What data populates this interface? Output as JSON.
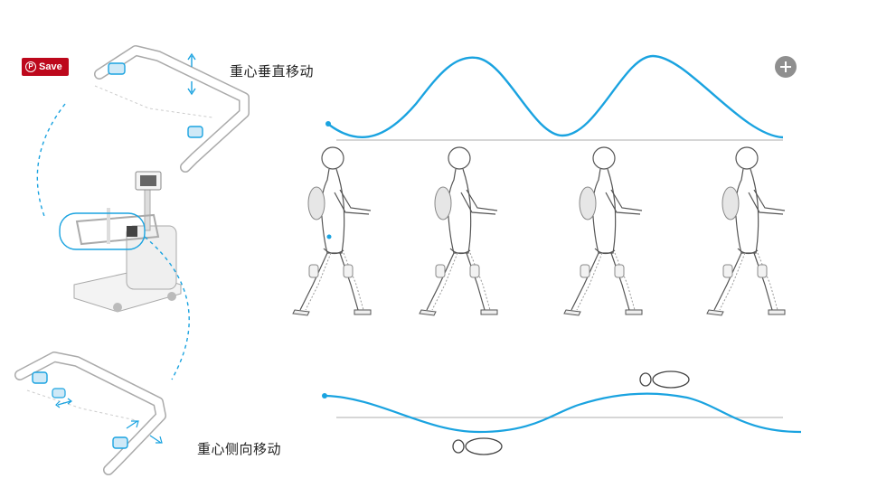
{
  "pin_button": {
    "label": "Save"
  },
  "labels": {
    "vertical": "重心垂直移动",
    "lateral": "重心侧向移动"
  },
  "icons": {
    "zoom": "zoom-in-icon",
    "pinterest": "pinterest-icon"
  },
  "colors": {
    "curve": "#1aa3e0",
    "pinterest_red": "#bd081c",
    "zoom_gray": "#8f8f8f",
    "line_art": "#555555",
    "baseline": "#bdbdbd"
  }
}
